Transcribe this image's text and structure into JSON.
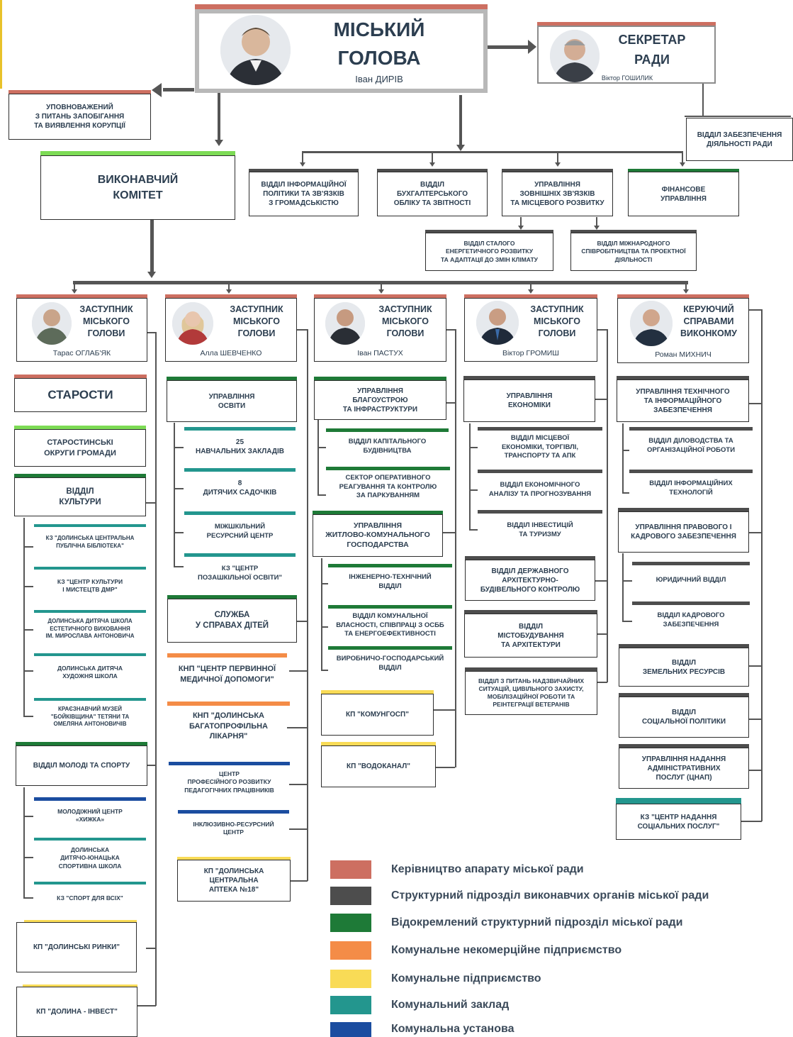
{
  "colors": {
    "leadership": "#cd6f61",
    "structural": "#4d4d4d",
    "separate": "#1e7a37",
    "noncommercial": "#f48c47",
    "communal_enterprise": "#f9db56",
    "communal_institution": "#23968e",
    "communal_establishment": "#1b4da0",
    "light_green": "#7ddb55"
  },
  "mayor": {
    "title": "МІСЬКИЙ\nГОЛОВА",
    "name": "Іван ДИРІВ"
  },
  "secretary": {
    "title": "СЕКРЕТАР\nРАДИ",
    "name": "Віктор ГОШИЛИК"
  },
  "secretary_dept": "ВІДДІЛ ЗАБЕЗПЕЧЕННЯ\nДІЯЛЬНОСТІ РАДИ",
  "anticorruption": "УПОВНОВАЖЕНИЙ\nЗ ПИТАНЬ ЗАПОБІГАННЯ\nТА ВИЯВЛЕННЯ КОРУПЦІЇ",
  "executive_committee": "ВИКОНАВЧИЙ\nКОМІТЕТ",
  "mayor_depts": [
    "ВІДДІЛ  ІНФОРМАЦІЙНОЇ\nПОЛІТИКИ ТА ЗВ'ЯЗКІВ\nЗ ГРОМАДСЬКІСТЮ",
    "ВІДДІЛ\nБУХГАЛТЕРСЬКОГО\nОБЛІКУ ТА ЗВІТНОСТІ",
    "УПРАВЛІННЯ\nЗОВНІШНІХ ЗВ'ЯЗКІВ\nТА МІСЦЕВОГО РОЗВИТКУ",
    "ФІНАНСОВЕ\nУПРАВЛІННЯ"
  ],
  "external_subs": [
    "ВІДДІЛ СТАЛОГО\nЕНЕРГЕТИЧНОГО РОЗВИТКУ\nТА АДАПТАЦІЇ ДО ЗМІН КЛІМАТУ",
    "ВІДДІЛ МІЖНАРОДНОГО\nСПІВРОБІТНИЦТВА ТА ПРОЕКТНОЇ\nДІЯЛЬНОСТІ"
  ],
  "deputies": [
    {
      "title": "ЗАСТУПНИК\nМІСЬКОГО\nГОЛОВИ",
      "name": "Тарас ОГЛАБ'ЯК"
    },
    {
      "title": "ЗАСТУПНИК\nМІСЬКОГО\nГОЛОВИ",
      "name": "Алла ШЕВЧЕНКО"
    },
    {
      "title": "ЗАСТУПНИК\nМІСЬКОГО\nГОЛОВИ",
      "name": "Іван  ПАСТУХ"
    },
    {
      "title": "ЗАСТУПНИК\nМІСЬКОГО\nГОЛОВИ",
      "name": "Віктор ГРОМИШ"
    },
    {
      "title": "КЕРУЮЧИЙ\nСПРАВАМИ\nВИКОНКОМУ",
      "name": "Роман МИХНИЧ"
    }
  ],
  "col1": {
    "starosty": "СТАРОСТИ",
    "okruhy": "СТАРОСТИНСЬКІ\nОКРУГИ ГРОМАДИ",
    "culture": "ВІДДІЛ\nКУЛЬТУРИ",
    "culture_subs": [
      "КЗ \"ДОЛИНСЬКА ЦЕНТРАЛЬНА\nПУБЛІЧНА БІБЛІОТЕКА\"",
      "КЗ \"ЦЕНТР КУЛЬТУРИ\nІ МИСТЕЦТВ ДМР\"",
      "ДОЛИНСЬКА ДИТЯЧА ШКОЛА\nЕСТЕТИЧНОГО ВИХОВАННЯ\nІМ. МИРОСЛАВА АНТОНОВИЧА",
      "ДОЛИНСЬКА ДИТЯЧА\nХУДОЖНЯ ШКОЛА",
      "КРАЄЗНАВЧИЙ МУЗЕЙ\n\"БОЙКІВЩИНА\" ТЕТЯНИ ТА\nОМЕЛЯНА АНТОНОВИЧІВ"
    ],
    "youth": "ВІДДІЛ МОЛОДІ ТА СПОРТУ",
    "youth_subs": [
      "МОЛОДІЖНИЙ ЦЕНТР\n«ХИЖКА»",
      "ДОЛИНСЬКА\nДИТЯЧО-ЮНАЦЬКА\nСПОРТИВНА ШКОЛА",
      "КЗ \"СПОРТ ДЛЯ ВСІХ\""
    ],
    "markets": "КП \"ДОЛИНСЬКІ РИНКИ\"",
    "invest": "КП \"ДОЛИНА - ІНВЕСТ\""
  },
  "col2": {
    "education": "УПРАВЛІННЯ\nОСВІТИ",
    "education_subs": [
      "25\nНАВЧАЛЬНИХ ЗАКЛАДІВ",
      "8\nДИТЯЧИХ САДОЧКІВ",
      "МІЖШКІЛЬНИЙ\nРЕСУРСНИЙ ЦЕНТР",
      "КЗ \"ЦЕНТР\nПОЗАШКІЛЬНОЇ ОСВІТИ\""
    ],
    "children": "СЛУЖБА\nУ СПРАВАХ ДІТЕЙ",
    "knp1": "КНП \"ЦЕНТР ПЕРВИННОЇ\nМЕДИЧНОЇ ДОПОМОГИ\"",
    "knp2": "КНП \"ДОЛИНСЬКА\nБАГАТОПРОФІЛЬНА\nЛІКАРНЯ\"",
    "center_prof": "ЦЕНТР\nПРОФЕСІЙНОГО РОЗВИТКУ\nПЕДАГОГІЧНИХ ПРАЦІВНИКІВ",
    "inclusive": "ІНКЛЮЗИВНО-РЕСУРСНИЙ\nЦЕНТР",
    "pharmacy": "КП \"ДОЛИНСЬКА\nЦЕНТРАЛЬНА\nАПТЕКА №18\""
  },
  "col3": {
    "improvement": "УПРАВЛІННЯ\nБЛАГОУСТРОЮ\nТА ІНФРАСТРУКТУРИ",
    "improvement_subs": [
      "ВІДДІЛ КАПІТАЛЬНОГО\nБУДІВНИЦТВА",
      "СЕКТОР ОПЕРАТИВНОГО\nРЕАГУВАННЯ ТА КОНТРОЛЮ\nЗА ПАРКУВАННЯМ"
    ],
    "housing": "УПРАВЛІННЯ\nЖИТЛОВО-КОМУНАЛЬНОГО\nГОСПОДАРСТВА",
    "housing_subs": [
      "ІНЖЕНЕРНО-ТЕХНІЧНИЙ\nВІДДІЛ",
      "ВІДДІЛ КОМУНАЛЬНОЇ\nВЛАСНОСТІ, СПІВПРАЦІ З ОСББ\nТА ЕНЕРГОЕФЕКТИВНОСТІ",
      "ВИРОБНИЧО-ГОСПОДАРСЬКИЙ\nВІДДІЛ"
    ],
    "komunhosp": "КП \"КОМУНГОСП\"",
    "vodokanal": "КП \"ВОДОКАНАЛ\""
  },
  "col4": {
    "economy": "УПРАВЛІННЯ\nЕКОНОМІКИ",
    "economy_subs": [
      "ВІДДІЛ МІСЦЕВОЇ\nЕКОНОМІКИ, ТОРГІВЛІ,\nТРАНСПОРТУ ТА АПК",
      "ВІДДІЛ ЕКОНОМІЧНОГО\nАНАЛІЗУ ТА ПРОГНОЗУВАННЯ",
      "ВІДДІЛ ІНВЕСТИЦІЙ\nТА ТУРИЗМУ"
    ],
    "arch_control": "ВІДДІЛ ДЕРЖАВНОГО\nАРХІТЕКТУРНО-\nБУДІВЕЛЬНОГО КОНТРОЛЮ",
    "urban": "ВІДДІЛ\nМІСТОБУДУВАННЯ\nТА АРХІТЕКТУРИ",
    "emergency": "ВІДДІЛ З ПИТАНЬ НАДЗВИЧАЙНИХ\nСИТУАЦІЙ, ЦИВІЛЬНОГО ЗАХИСТУ,\nМОБІЛІЗАЦІЙНОЇ РОБОТИ ТА\nРЕІНТЕГРАЦІЇ ВЕТЕРАНІВ"
  },
  "col5": {
    "tech": "УПРАВЛІННЯ ТЕХНІЧНОГО\nТА ІНФОРМАЦІЙНОГО\nЗАБЕЗПЕЧЕННЯ",
    "tech_subs": [
      "ВІДДІЛ ДІЛОВОДСТВА ТА\nОРГАНІЗАЦІЙНОЇ РОБОТИ",
      "ВІДДІЛ ІНФОРМАЦІЙНИХ\nТЕХНОЛОГІЙ"
    ],
    "legal": "УПРАВЛІННЯ ПРАВОВОГО І\nКАДРОВОГО ЗАБЕЗПЕЧЕННЯ",
    "legal_subs": [
      "ЮРИДИЧНИЙ ВІДДІЛ",
      "ВІДДІЛ КАДРОВОГО\nЗАБЕЗПЕЧЕННЯ"
    ],
    "land": "ВІДДІЛ\nЗЕМЕЛЬНИХ РЕСУРСІВ",
    "social": "ВІДДІЛ\nСОЦІАЛЬНОЇ ПОЛІТИКИ",
    "cnap": "УПРАВЛІННЯ НАДАННЯ\nАДМІНІСТРАТИВНИХ\nПОСЛУГ  (ЦНАП)",
    "social_services": "КЗ \"ЦЕНТР НАДАННЯ\nСОЦІАЛЬНИХ ПОСЛУГ\""
  },
  "legend": [
    "Керівництво апарату міської ради",
    "Структурний підрозділ виконавчих органів міської ради",
    "Відокремлений структурний підрозділ міської ради",
    "Комунальне некомерційне підприємство",
    "Комунальне підприємство",
    "Комунальний заклад",
    "Комунальна установа"
  ]
}
